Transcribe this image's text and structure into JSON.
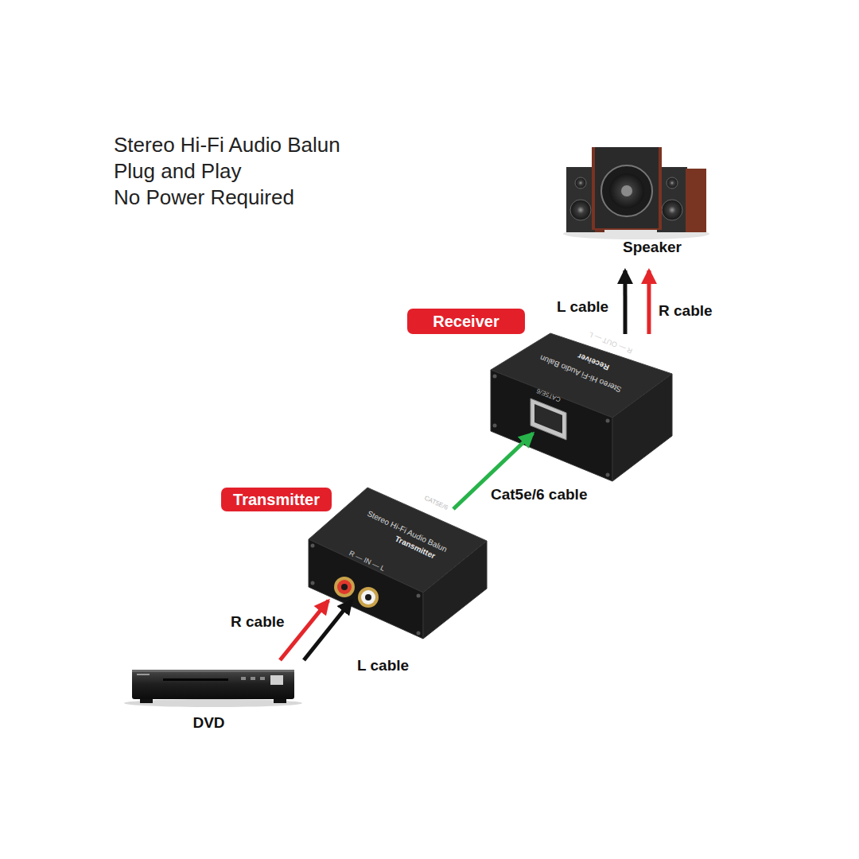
{
  "diagram": {
    "title": "Stereo Hi-Fi Audio Balun",
    "nodes": [
      {
        "text": [
          "DVD"
        ]
      },
      {
        "text": [
          "Transmitter",
          "Stereo Hi-Fi Audio Balun",
          "Transmitter",
          "R — IN — L",
          "CAT5E/6"
        ]
      },
      {
        "text": [
          "Receiver",
          "Stereo Hi-Fi Audio Balun",
          "Receiver",
          "R — OUT — L",
          "CAT5E/6"
        ]
      },
      {
        "text": [
          "Speaker"
        ]
      }
    ],
    "edges": [
      {
        "from": 0,
        "to": 1,
        "label": "R cable",
        "arrow": "to"
      },
      {
        "from": 0,
        "to": 1,
        "label": "L cable",
        "arrow": "to"
      },
      {
        "from": 1,
        "to": 2,
        "label": "Cat5e/6 cable",
        "arrow": "to"
      },
      {
        "from": 2,
        "to": 3,
        "label": "L cable",
        "arrow": "to"
      },
      {
        "from": 2,
        "to": 3,
        "label": "R cable",
        "arrow": "to"
      }
    ],
    "labels": [
      "Plug and Play",
      "No Power Required"
    ]
  }
}
